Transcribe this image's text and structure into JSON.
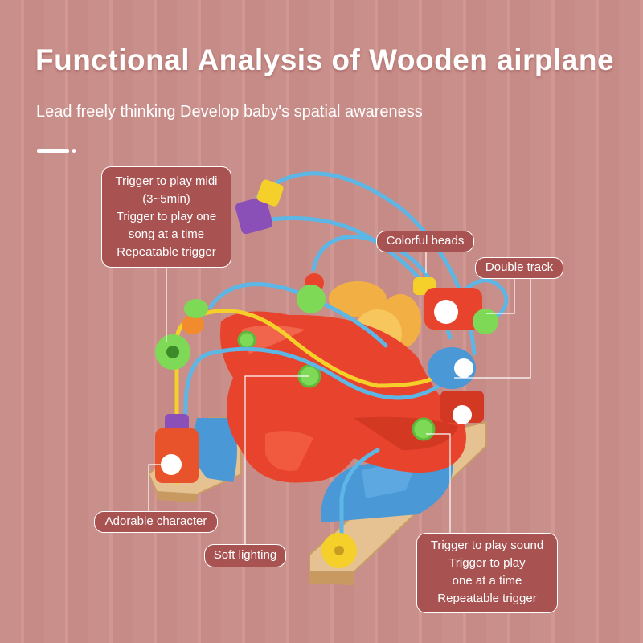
{
  "header": {
    "title": "Functional Analysis of Wooden airplane",
    "subtitle": "Lead freely thinking Develop baby's spatial awareness"
  },
  "callouts": {
    "midi": [
      "Trigger to play midi",
      "(3~5min)",
      "Trigger to play one",
      "song at a time",
      "Repeatable trigger"
    ],
    "beads": "Colorful beads",
    "track": "Double track",
    "character": "Adorable character",
    "lighting": "Soft lighting",
    "sound": [
      "Trigger to play sound",
      "Trigger to play",
      "one at a time",
      "Repeatable trigger"
    ]
  },
  "colors": {
    "background": "#c98f8a",
    "callout_fill": "#a85352",
    "plane_red": "#e8432c",
    "track_blue": "#5db7e6",
    "track_yellow": "#f5cf2a",
    "base_blue": "#4a98d6",
    "wood": "#e6c292"
  }
}
